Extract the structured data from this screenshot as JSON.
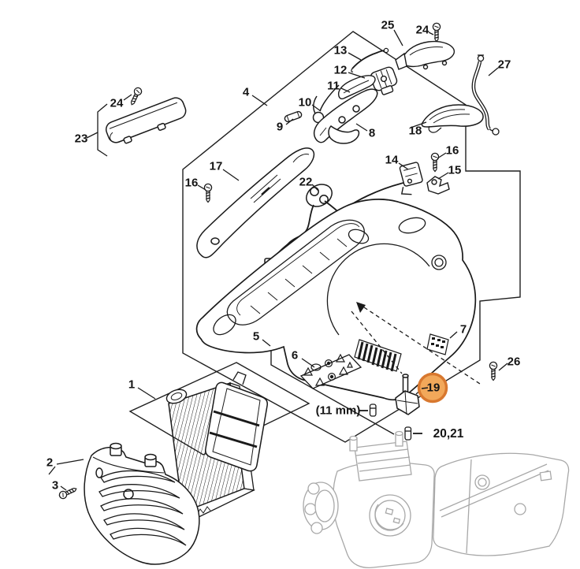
{
  "figure": {
    "kind": "exploded-parts-diagram",
    "subject": "Chainsaw top-handle housing assembly parts diagram",
    "background_color": "#ffffff",
    "line_color": "#1a1a1a",
    "ghost_part_color": "#a8a8a8",
    "highlight": {
      "part": "19",
      "fill": "#f2a85a",
      "ring": "#d8782f"
    }
  },
  "icons": {
    "plug_small": "plug-sleeve-icon",
    "arrow": "assembly-direction-arrow"
  },
  "notes": {
    "size_note": "(11 mm)"
  },
  "callouts": {
    "c1": "1",
    "c2": "2",
    "c3": "3",
    "c4": "4",
    "c5": "5",
    "c6": "6",
    "c7": "7",
    "c8": "8",
    "c9": "9",
    "c10": "10",
    "c11": "11",
    "c12": "12",
    "c13": "13",
    "c14": "14",
    "c15": "15",
    "c16a": "16",
    "c16b": "16",
    "c17": "17",
    "c18": "18",
    "c19": "19",
    "c20_21": "20,21",
    "c22": "22",
    "c23": "23",
    "c24a": "24",
    "c24b": "24",
    "c25": "25",
    "c26": "26",
    "c27": "27"
  }
}
